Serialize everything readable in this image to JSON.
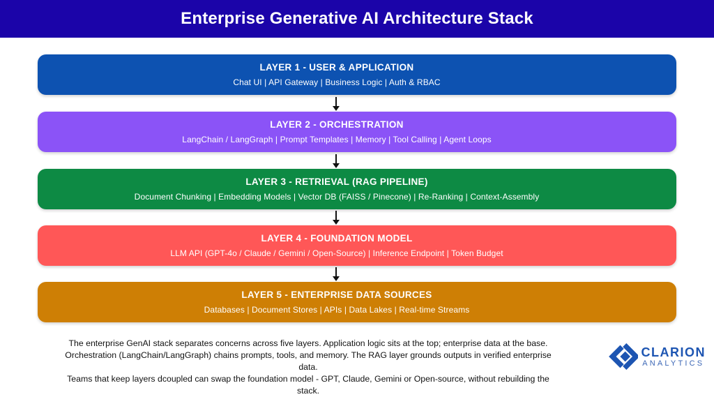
{
  "header": {
    "title": "Enterprise Generative AI Architecture Stack",
    "bg_color": "#1B04A9",
    "text_color": "#FFFFFF"
  },
  "layers": [
    {
      "title": "LAYER 1 - USER & APPLICATION",
      "subtitle": "Chat UI | API Gateway | Business Logic | Auth & RBAC",
      "color": "#0D52B1"
    },
    {
      "title": "LAYER 2 - ORCHESTRATION",
      "subtitle": "LangChain / LangGraph | Prompt Templates | Memory | Tool Calling | Agent Loops",
      "color": "#8B53F7"
    },
    {
      "title": "LAYER 3 - RETRIEVAL (RAG PIPELINE)",
      "subtitle": "Document Chunking | Embedding Models | Vector DB (FAISS / Pinecone) | Re-Ranking | Context-Assembly",
      "color": "#0D8A44"
    },
    {
      "title": "LAYER 4 - FOUNDATION MODEL",
      "subtitle": "LLM API (GPT-4o / Claude / Gemini / Open-Source) | Inference Endpoint | Token Budget",
      "color": "#FF5757"
    },
    {
      "title": "LAYER 5 - ENTERPRISE DATA SOURCES",
      "subtitle": "Databases | Document Stores | APIs | Data Lakes | Real-time Streams",
      "color": "#CE7F05"
    }
  ],
  "arrow_color": "#111111",
  "footer": {
    "lines": [
      "The enterprise GenAI stack separates concerns across five layers. Application logic sits at the top; enterprise data at the base.",
      "Orchestration (LangChain/LangGraph) chains prompts, tools, and memory. The RAG layer grounds outputs in verified enterprise data.",
      "Teams that keep layers dcoupled can swap the foundation model - GPT, Claude, Gemini or Open-source, without rebuilding the stack."
    ]
  },
  "logo": {
    "name": "CLARION",
    "sub": "ANALYTICS",
    "name_color": "#1D55B2",
    "sub_color": "#3C67B6",
    "icon_color": "#1D55B2",
    "icon": "clarion-diamond-icon"
  }
}
